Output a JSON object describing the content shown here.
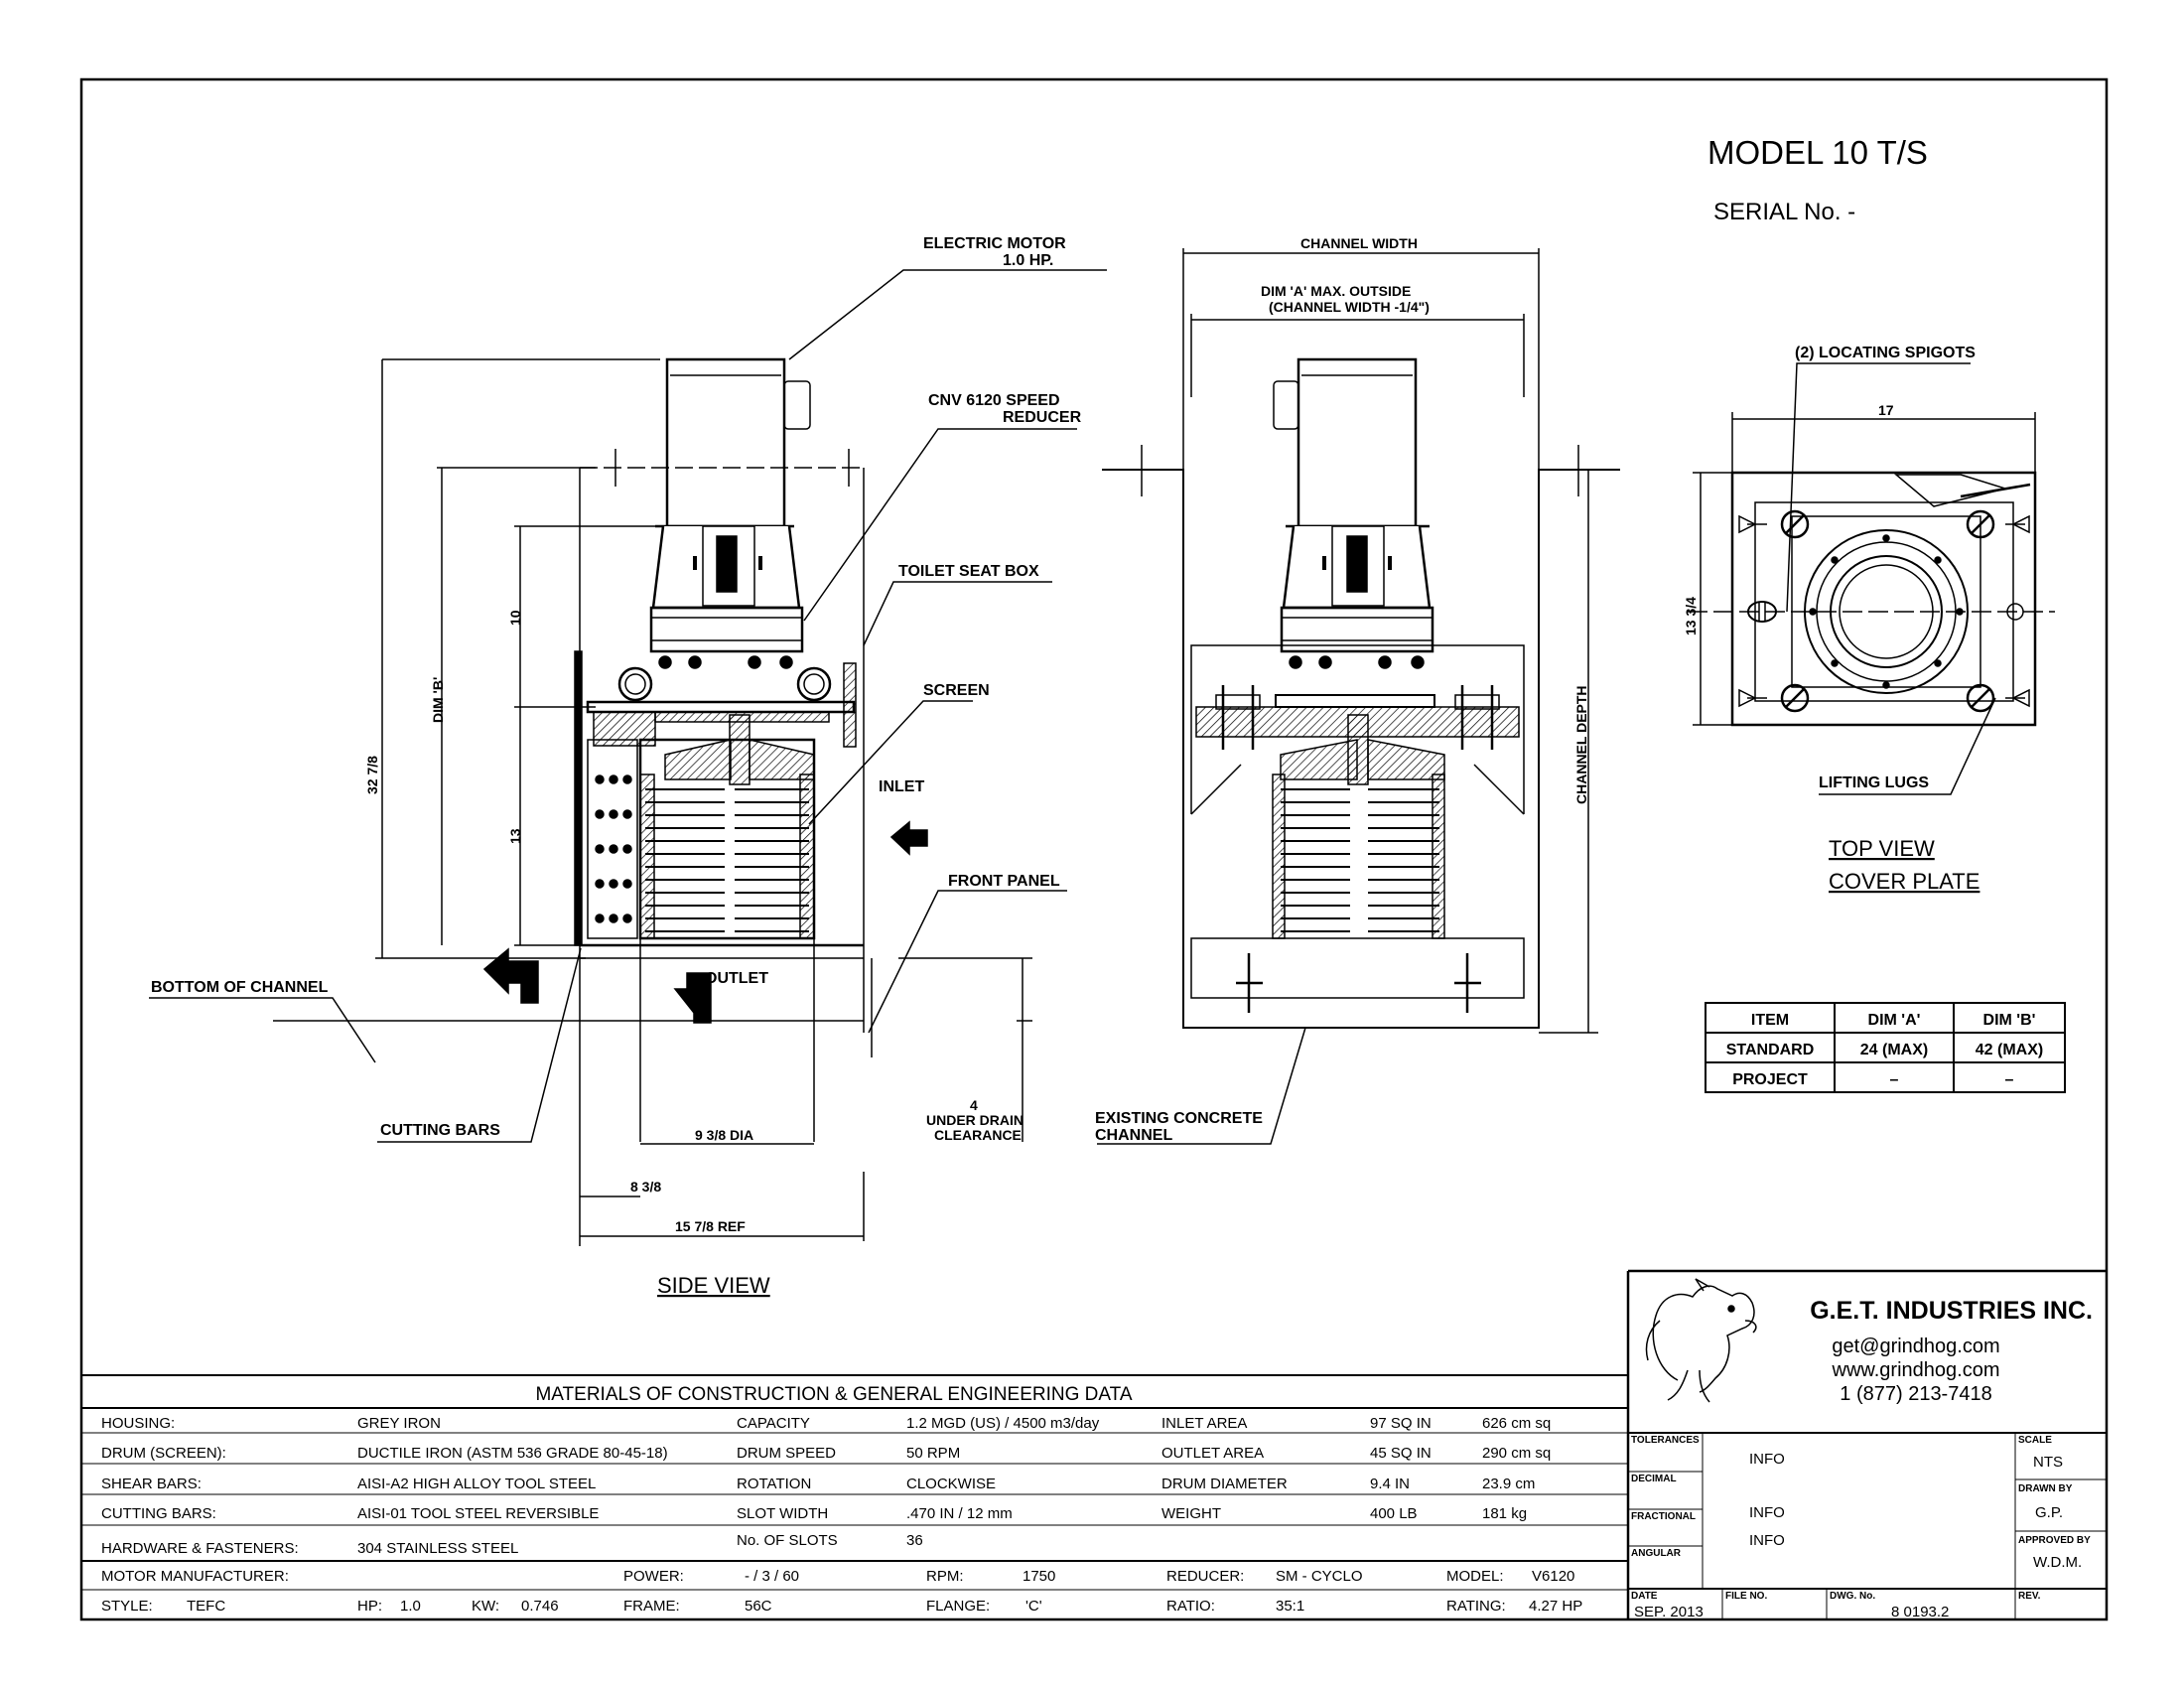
{
  "header": {
    "model": "MODEL 10 T/S",
    "serial": "SERIAL No. -"
  },
  "side_view": {
    "title": "SIDE VIEW",
    "labels": {
      "motor_l1": "ELECTRIC MOTOR",
      "motor_l2": "1.0 HP.",
      "reducer_l1": "CNV 6120 SPEED",
      "reducer_l2": "REDUCER",
      "toilet_seat": "TOILET SEAT BOX",
      "screen": "SCREEN",
      "inlet": "INLET",
      "front_panel": "FRONT PANEL",
      "outlet": "OUTLET",
      "bottom_channel": "BOTTOM OF CHANNEL",
      "cutting_bars": "CUTTING BARS",
      "under_drain_l1": "4",
      "under_drain_l2": "UNDER DRAIN",
      "under_drain_l3": "CLEARANCE"
    },
    "dims": {
      "d32": "32 7/8",
      "dimb": "DIM 'B'",
      "d10": "10",
      "d13": "13",
      "d9": "9 3/8 DIA",
      "d8": "8 3/8",
      "d15": "15 7/8 REF"
    }
  },
  "front_view": {
    "channel_width": "CHANNEL WIDTH",
    "dima_l1": "DIM 'A' MAX. OUTSIDE",
    "dima_l2": "(CHANNEL WIDTH -1/4\")",
    "channel_depth": "CHANNEL DEPTH",
    "existing_l1": "EXISTING CONCRETE",
    "existing_l2": "CHANNEL"
  },
  "top_view": {
    "spigots": "(2) LOCATING SPIGOTS",
    "d17": "17",
    "d13": "13 3/4",
    "lifting": "LIFTING LUGS",
    "title1": "TOP VIEW",
    "title2": "COVER PLATE"
  },
  "dim_table": {
    "headers": [
      "ITEM",
      "DIM 'A'",
      "DIM 'B'"
    ],
    "rows": [
      [
        "STANDARD",
        "24 (MAX)",
        "42 (MAX)"
      ],
      [
        "PROJECT",
        "–",
        "–"
      ]
    ]
  },
  "materials": {
    "title": "MATERIALS OF CONSTRUCTION & GENERAL  ENGINEERING  DATA",
    "rows": [
      [
        "HOUSING:",
        "GREY IRON",
        "CAPACITY",
        "1.2 MGD (US)  / 4500 m3/day",
        "INLET  AREA",
        "97 SQ IN",
        "626 cm sq"
      ],
      [
        "DRUM (SCREEN):",
        "DUCTILE IRON (ASTM 536 GRADE 80-45-18)",
        "DRUM  SPEED",
        "50 RPM",
        "OUTLET  AREA",
        "45 SQ IN",
        "290 cm sq"
      ],
      [
        "SHEAR BARS:",
        "AISI-A2 HIGH ALLOY TOOL STEEL",
        "ROTATION",
        "CLOCKWISE",
        "DRUM  DIAMETER",
        "9.4 IN",
        "23.9 cm"
      ],
      [
        "CUTTING BARS:",
        "AISI-01 TOOL STEEL REVERSIBLE",
        "SLOT  WIDTH",
        ".470 IN /  12 mm",
        "WEIGHT",
        "400 LB",
        "181 kg"
      ],
      [
        "HARDWARE & FASTENERS:",
        "304 STAINLESS STEEL",
        "No. OF SLOTS",
        "36",
        "",
        "",
        ""
      ]
    ],
    "motor_row": [
      "MOTOR MANUFACTURER:",
      "POWER:",
      "- / 3 /  60",
      "RPM:",
      "1750",
      "REDUCER:",
      "SM - CYCLO",
      "MODEL:",
      "V6120"
    ],
    "style_row": [
      "STYLE:",
      "TEFC",
      "HP:",
      "1.0",
      "KW:",
      "0.746",
      "FRAME:",
      "56C",
      "FLANGE:",
      "'C'",
      "RATIO:",
      "35:1",
      "RATING:",
      "4.27 HP"
    ]
  },
  "company": {
    "name": "G.E.T. INDUSTRIES INC.",
    "email": "get@grindhog.com",
    "web": "www.grindhog.com",
    "phone": "1 (877) 213-7418"
  },
  "title_block": {
    "tolerances": "TOLERANCES",
    "decimal": "DECIMAL",
    "fractional": "FRACTIONAL",
    "angular": "ANGULAR",
    "info1": "INFO",
    "info2": "INFO",
    "info3": "INFO",
    "scale_lbl": "SCALE",
    "scale": "NTS",
    "drawn_lbl": "DRAWN BY",
    "drawn": "G.P.",
    "approved_lbl": "APPROVED BY",
    "approved": "W.D.M.",
    "date_lbl": "DATE",
    "date": "SEP. 2013",
    "file_lbl": "FILE NO.",
    "dwg_lbl": "DWG. No.",
    "dwg": "8 0193.2",
    "rev_lbl": "REV."
  }
}
